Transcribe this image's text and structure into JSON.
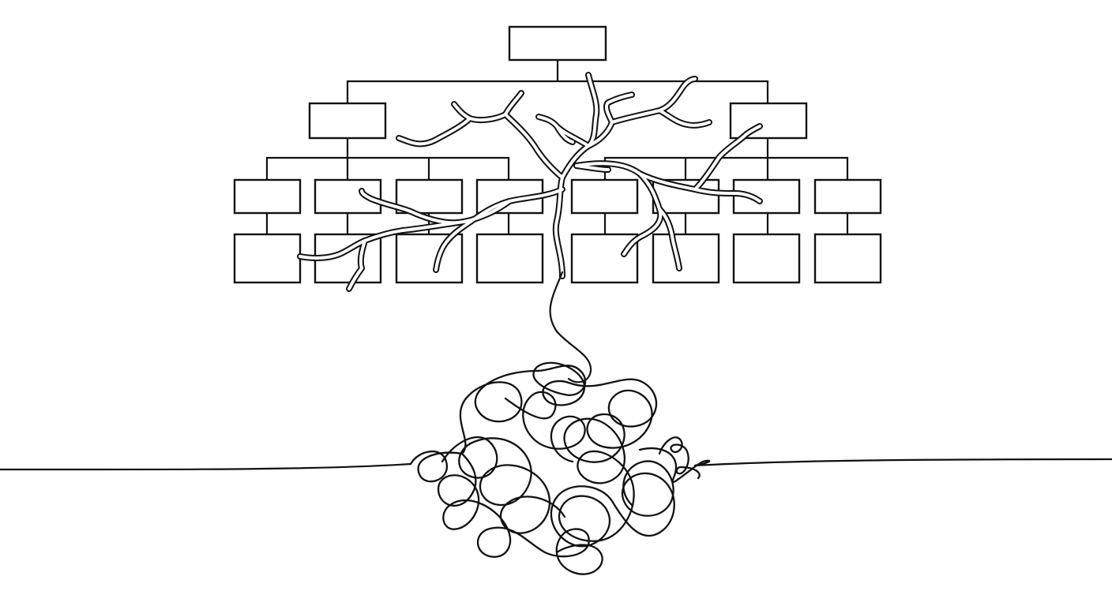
{
  "colors": {
    "ink": "#111111",
    "paper": "#ffffff"
  },
  "drawing": {
    "style": "single continuous line art",
    "elements": [
      "org-chart-box",
      "org-chart-connector",
      "tree-trunk-and-branches",
      "tangled-root-scribble",
      "ground-line"
    ]
  }
}
